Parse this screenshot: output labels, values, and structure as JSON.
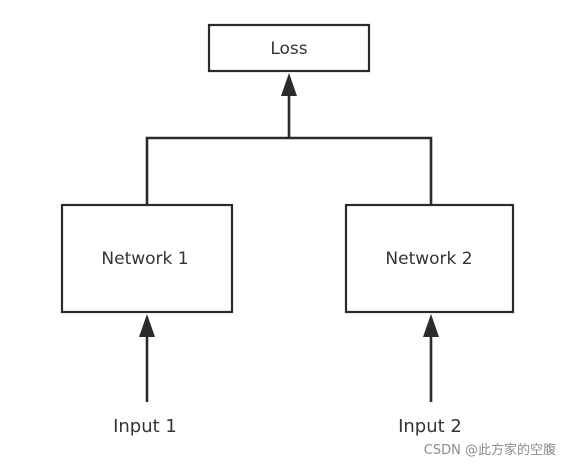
{
  "nodes": {
    "loss": {
      "label": "Loss"
    },
    "network_1": {
      "label": "Network 1"
    },
    "network_2": {
      "label": "Network 2"
    }
  },
  "inputs": {
    "input_1": {
      "label": "Input 1"
    },
    "input_2": {
      "label": "Input 2"
    }
  },
  "watermark": "CSDN @此方家的空腹",
  "colors": {
    "stroke": "#2b2b2b",
    "text": "#333333",
    "watermark": "#8c8c8c",
    "background": "#ffffff"
  }
}
